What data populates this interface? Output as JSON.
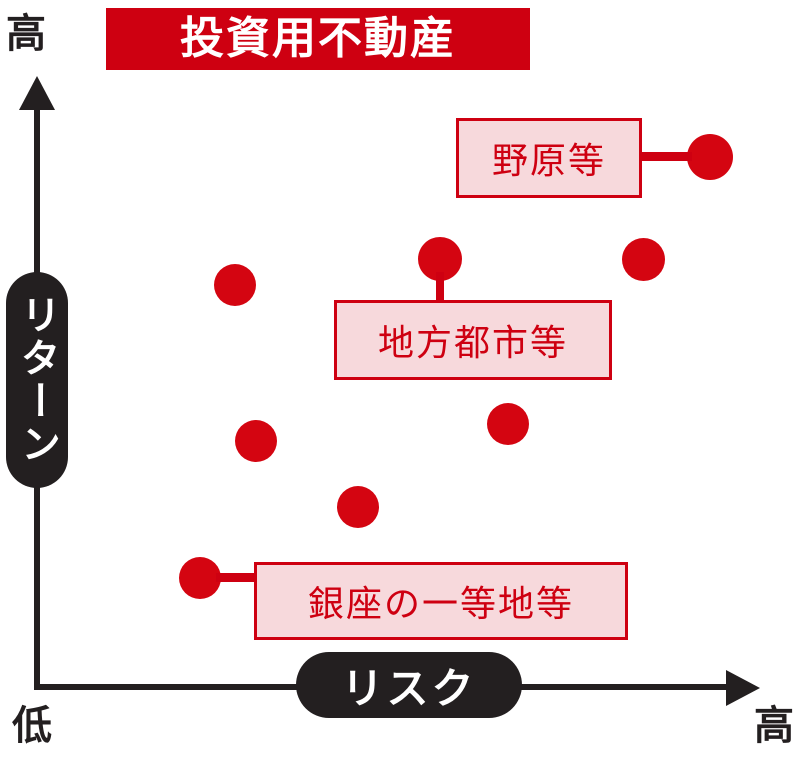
{
  "title": {
    "text": "投資用不動産"
  },
  "axes": {
    "y_label": "リターン",
    "x_label": "リスク",
    "y_high": "高",
    "x_low": "低",
    "x_high": "高"
  },
  "colors": {
    "title_banner": "#ce0011",
    "dot": "#d40511",
    "callout_fill": "#f7d9dc",
    "callout_border": "#ce0011",
    "axis": "#231f20",
    "pill": "#231f20"
  },
  "callouts": [
    {
      "id": "nohara",
      "label": "野原等"
    },
    {
      "id": "chiho",
      "label": "地方都市等"
    },
    {
      "id": "ginza",
      "label": "銀座の一等地等"
    }
  ],
  "chart_data": {
    "type": "scatter",
    "title": "投資用不動産",
    "xlabel": "リスク",
    "ylabel": "リターン",
    "xlim": [
      0,
      100
    ],
    "ylim": [
      0,
      100
    ],
    "grid": false,
    "legend": "none",
    "x_tick_labels": [
      "低",
      "高"
    ],
    "y_tick_labels": [
      "高"
    ],
    "points": [
      {
        "x": 28,
        "y": 69,
        "label": ""
      },
      {
        "x": 57,
        "y": 73,
        "label": "地方都市等"
      },
      {
        "x": 86,
        "y": 73,
        "label": ""
      },
      {
        "x": 96,
        "y": 90,
        "label": "野原等"
      },
      {
        "x": 31,
        "y": 43,
        "label": ""
      },
      {
        "x": 67,
        "y": 46,
        "label": ""
      },
      {
        "x": 46,
        "y": 32,
        "label": ""
      },
      {
        "x": 23,
        "y": 19,
        "label": "銀座の一等地等"
      }
    ],
    "annotations": [
      {
        "text": "野原等",
        "point_index": 3,
        "connector": "horizontal-left"
      },
      {
        "text": "地方都市等",
        "point_index": 1,
        "connector": "vertical-down"
      },
      {
        "text": "銀座の一等地等",
        "point_index": 7,
        "connector": "horizontal-right"
      }
    ]
  }
}
